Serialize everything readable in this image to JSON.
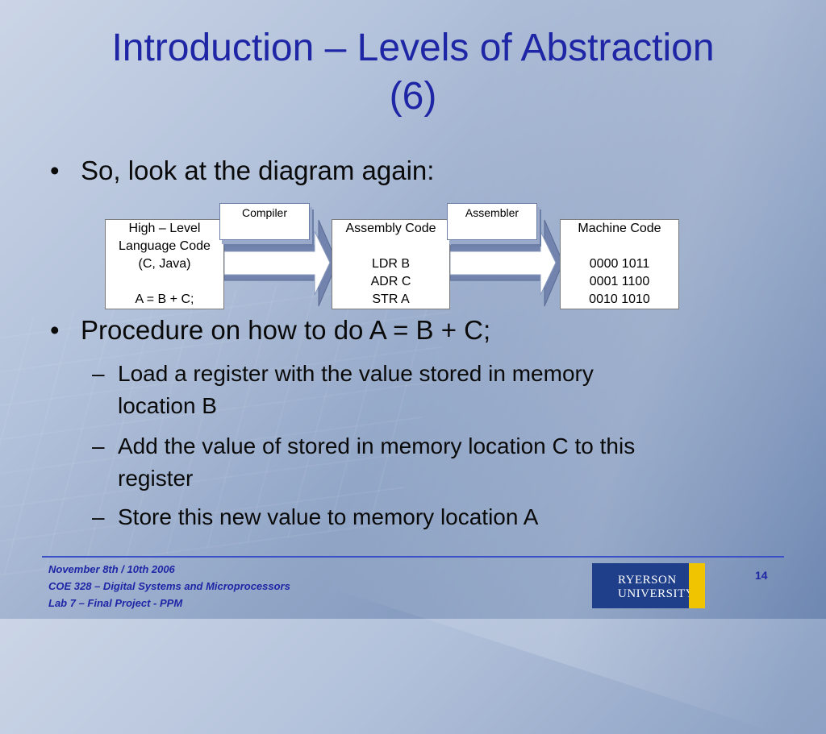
{
  "slide": {
    "title_line1": "Introduction – Levels of Abstraction",
    "title_line2": "(6)",
    "bullets": [
      {
        "marker": "•",
        "text": "So, look at the diagram again:"
      },
      {
        "marker": "•",
        "text": "Procedure on how to do A = B + C;"
      }
    ],
    "subbullets": [
      {
        "marker": "–",
        "line1": "Load a register with the value stored in memory",
        "line2": "location B"
      },
      {
        "marker": "–",
        "line1": "Add the value of stored in memory location C to this",
        "line2": "register"
      },
      {
        "marker": "–",
        "line1": "Store this new value to memory location A",
        "line2": ""
      }
    ]
  },
  "diagram": {
    "high_level": {
      "line1": "High – Level",
      "line2": "Language Code",
      "line3": "(C, Java)",
      "line4": "A = B + C;"
    },
    "compiler_label": "Compiler",
    "assembly": {
      "line1": "Assembly Code",
      "line2": "LDR B",
      "line3": "ADR C",
      "line4": "STR A"
    },
    "assembler_label": "Assembler",
    "machine": {
      "line1": "Machine Code",
      "line2": "0000 1011",
      "line3": "0001 1100",
      "line4": "0010 1010"
    }
  },
  "footer": {
    "date": "November 8th / 10th 2006",
    "course": "COE 328 – Digital Systems and Microprocessors",
    "lab": "Lab 7 – Final Project - PPM",
    "page_number": "14",
    "logo_line1": "RYERSON",
    "logo_line2": "UNIVERSITY"
  },
  "colors": {
    "title": "#1f26a6",
    "footer_text": "#1f26a6",
    "logo_blue": "#1f3f8a",
    "logo_gold": "#f0c400"
  }
}
